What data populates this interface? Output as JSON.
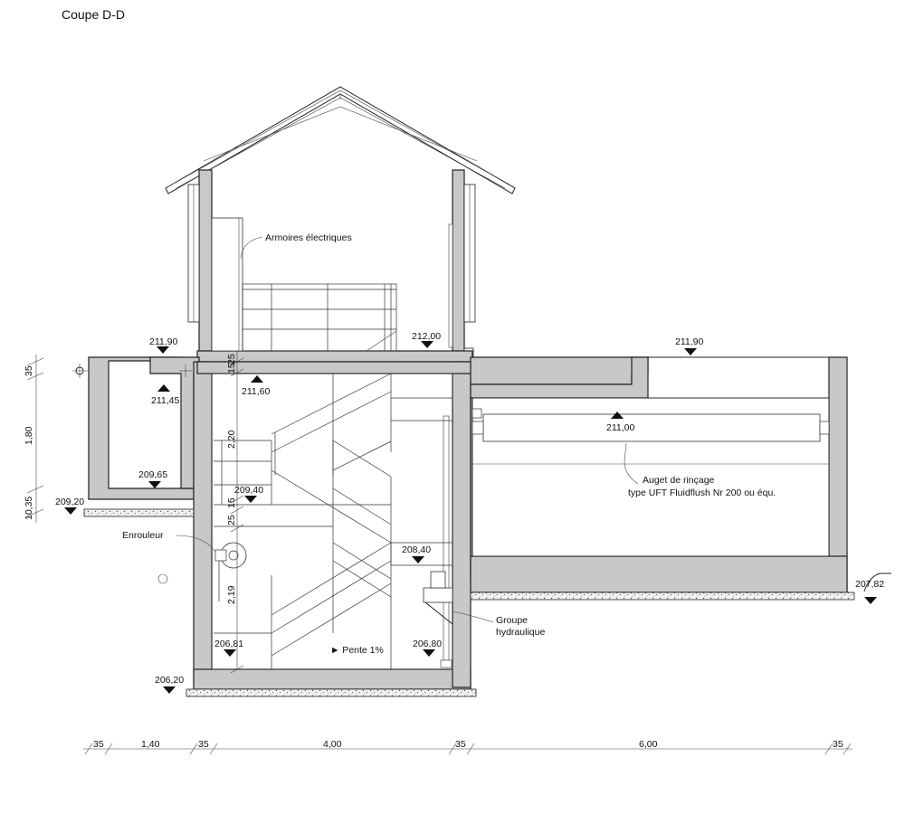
{
  "title": "Coupe D-D",
  "annotations": {
    "armoires": "Armoires électriques",
    "enrouleur": "Enrouleur",
    "auget_line1": "Auget de rinçage",
    "auget_line2": "type UFT Fluidflush Nr 200 ou équ.",
    "groupe_line1": "Groupe",
    "groupe_line2": "hydraulique",
    "pente": "► Pente 1%"
  },
  "levels": {
    "l211_90a": "211,90",
    "l212_00": "212,00",
    "l211_90b": "211,90",
    "l211_45": "211,45",
    "l211_60": "211,60",
    "l211_00": "211,00",
    "l209_65": "209,65",
    "l209_40": "209,40",
    "l209_20": "209,20",
    "l208_40": "208,40",
    "l207_82": "207,82",
    "l206_81": "206,81",
    "l206_80": "206,80",
    "l206_20": "206,20"
  },
  "vertical_dims": {
    "v35": "35",
    "v180": "1,80",
    "v1035": "10,35",
    "v25a": "25",
    "v15a": "15",
    "v220": "2,20",
    "v15b": "15",
    "v25b": "25",
    "v219": "2,19"
  },
  "horizontal_dims": {
    "d1": "35",
    "d2": "1,40",
    "d3": "35",
    "d4": "4,00",
    "d5": "35",
    "d6": "6,00",
    "d7": "35"
  }
}
